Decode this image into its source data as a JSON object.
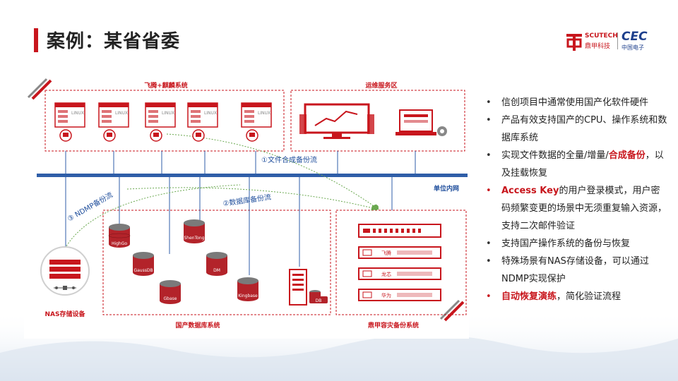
{
  "header": {
    "title": "案例：某省省委",
    "logo": {
      "brand_en": "SCUTECH",
      "brand_cn": "鼎甲科技",
      "partner_en": "CEC",
      "partner_cn": "中国电子"
    }
  },
  "diagram": {
    "zones": {
      "feiteng": "飞腾+麒麟系统",
      "ops": "运维服务区",
      "network": "单位内网",
      "db_system": "国产数据库系统",
      "backup": "鼎甲容灾备份系统",
      "nas": "NAS存储设备"
    },
    "servers": [
      "LINUX",
      "LINUX",
      "LINUX",
      "LINUX",
      "LINUX"
    ],
    "databases": [
      "HighGo",
      "GaussDB",
      "Gbase",
      "ShenTong",
      "DM",
      "Kingbase"
    ],
    "db_badge": "DB",
    "backup_units": [
      "飞腾",
      "龙芯",
      "华为"
    ],
    "flows": [
      "①文件合成备份流",
      "②数据库备份流",
      "③ NDMP备份流"
    ]
  },
  "bullets": [
    {
      "parts": [
        {
          "t": "信创项目中通常使用国产化软件硬件",
          "hl": false
        }
      ],
      "red": false
    },
    {
      "parts": [
        {
          "t": "产品有效支持国产的CPU、操作系统和数据库系统",
          "hl": false
        }
      ],
      "red": false
    },
    {
      "parts": [
        {
          "t": "实现文件数据的全量/增量/",
          "hl": false
        },
        {
          "t": "合成备份",
          "hl": true
        },
        {
          "t": "，以及挂载恢复",
          "hl": false
        }
      ],
      "red": false
    },
    {
      "parts": [
        {
          "t": "Access Key",
          "hl": true
        },
        {
          "t": "的用户登录模式，用户密码频繁变更的场景中无须重复输入资源，支持二次邮件验证",
          "hl": false
        }
      ],
      "red": true
    },
    {
      "parts": [
        {
          "t": "支持国产操作系统的备份与恢复",
          "hl": false
        }
      ],
      "red": false
    },
    {
      "parts": [
        {
          "t": "特殊场景有NAS存储设备，可以通过NDMP实现保护",
          "hl": false
        }
      ],
      "red": false
    },
    {
      "parts": [
        {
          "t": "自动恢复演练",
          "hl": true
        },
        {
          "t": "，简化验证流程",
          "hl": false
        }
      ],
      "red": true
    }
  ],
  "colors": {
    "accent": "#c8161d",
    "network": "#2f5ea8",
    "flow": "#6aa84f",
    "text": "#222222"
  }
}
